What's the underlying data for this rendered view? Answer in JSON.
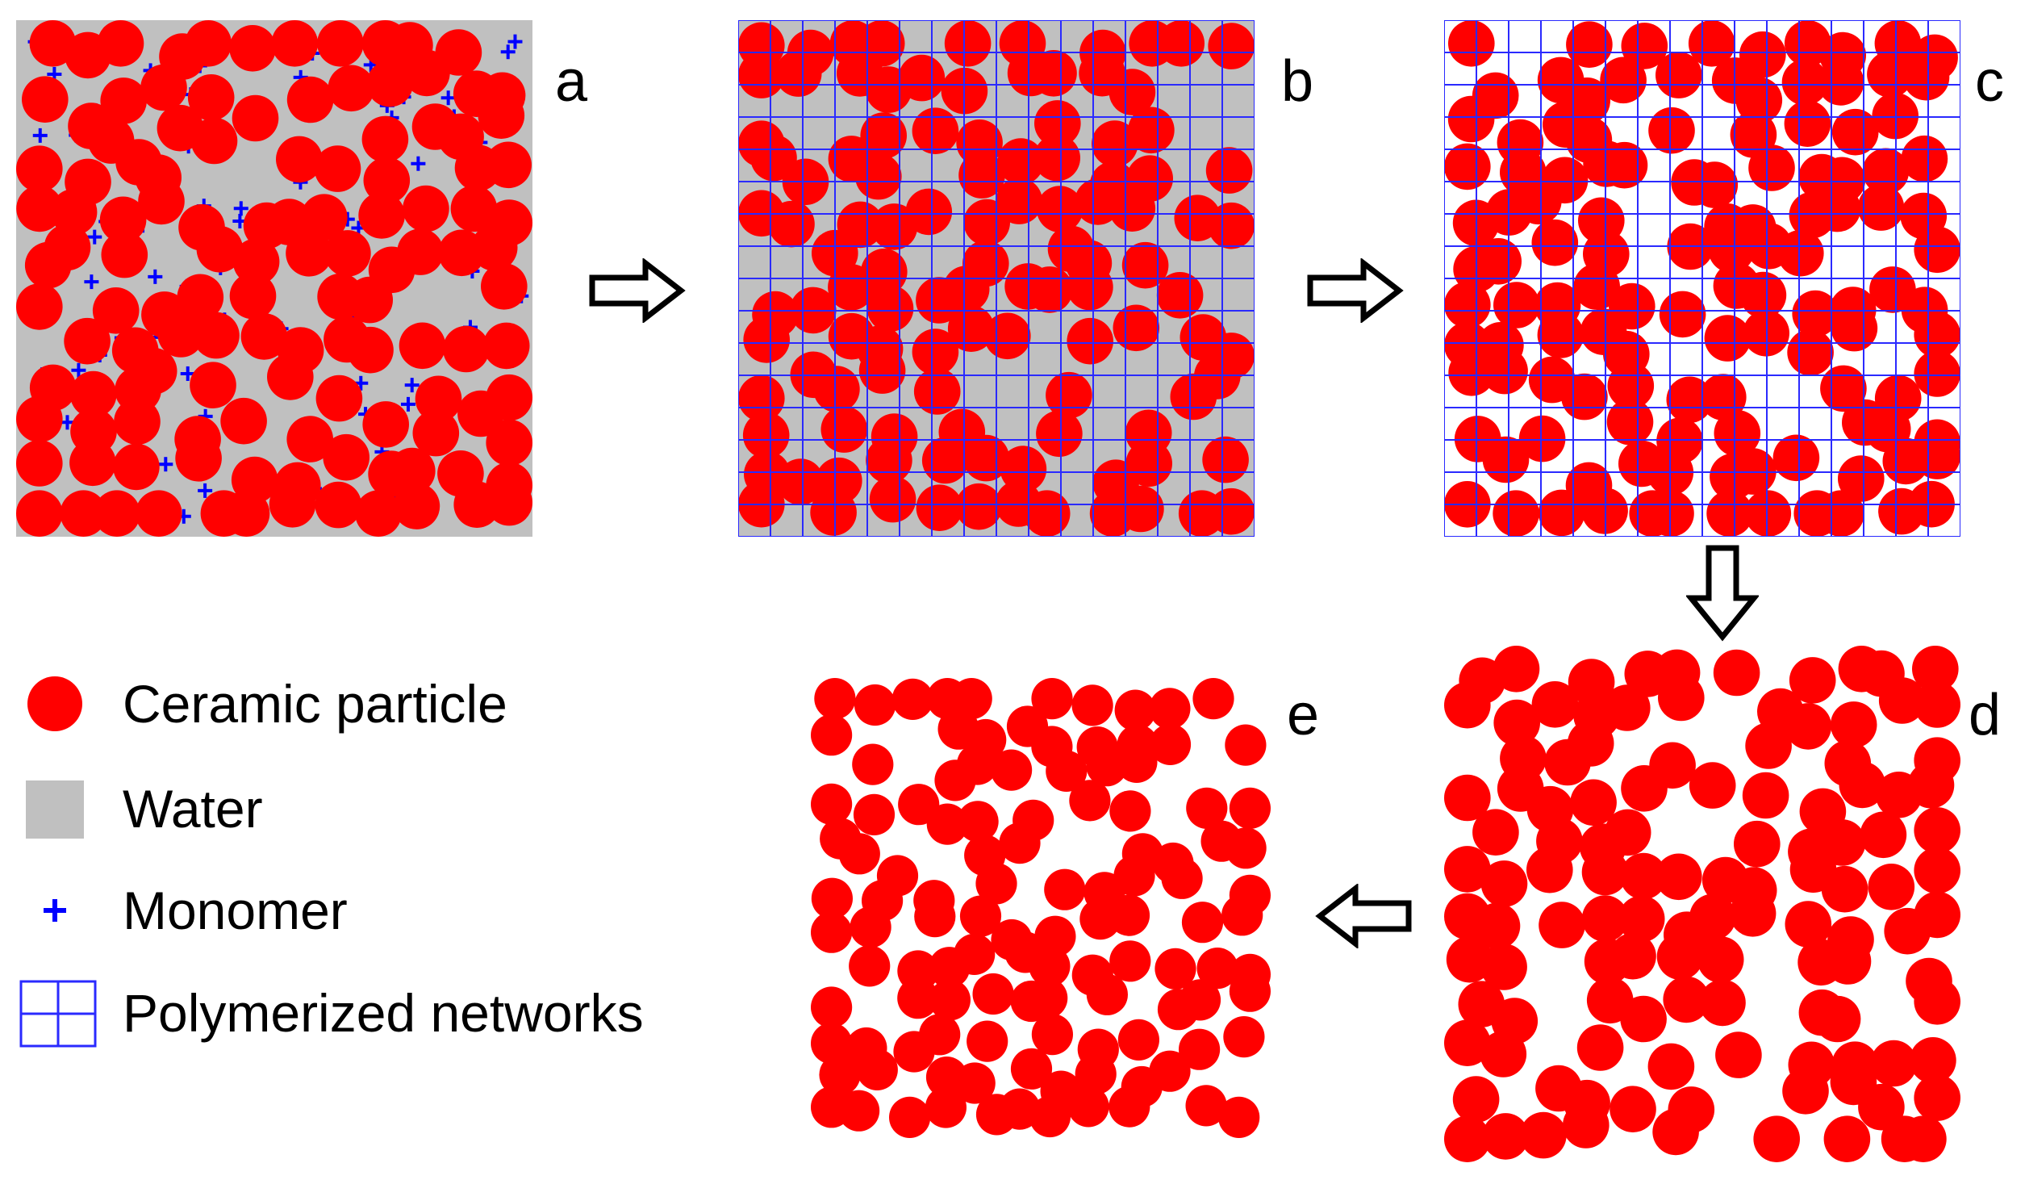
{
  "panels": [
    {
      "id": "a",
      "label": "a",
      "water": true,
      "monomer": true,
      "network": false
    },
    {
      "id": "b",
      "label": "b",
      "water": true,
      "monomer": false,
      "network": true
    },
    {
      "id": "c",
      "label": "c",
      "water": false,
      "monomer": false,
      "network": true
    },
    {
      "id": "d",
      "label": "d",
      "water": false,
      "monomer": false,
      "network": false
    },
    {
      "id": "e",
      "label": "e",
      "water": false,
      "monomer": false,
      "network": false
    }
  ],
  "legend": {
    "ceramic_particle": "Ceramic particle",
    "water": "Water",
    "monomer": "Monomer",
    "polymerized_networks": "Polymerized networks"
  },
  "colors": {
    "particle": "#ff0000",
    "water": "#c0c0c0",
    "monomer": "#0000ff",
    "network": "#2a2aff",
    "arrow": "#000000"
  },
  "arrows": [
    "right",
    "right",
    "down",
    "left"
  ]
}
